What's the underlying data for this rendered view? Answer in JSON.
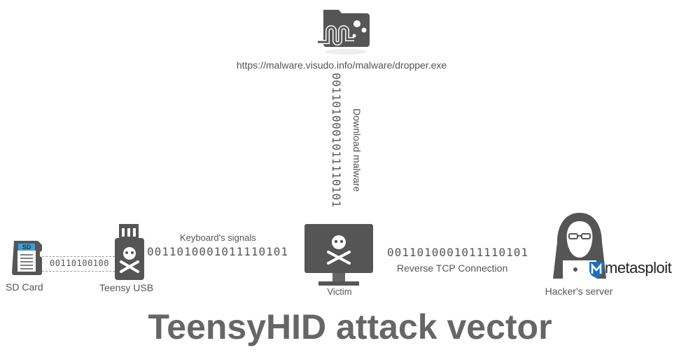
{
  "url": "https://malware.visudo.info/malware/dropper.exe",
  "download_binary": "0011010001011110101",
  "download_label": "Download malware",
  "sd_card": {
    "icon_text": "SD",
    "label": "SD Card"
  },
  "sd_binary": "00110100100",
  "teensy": {
    "label": "Teensy USB"
  },
  "keyboard_label": "Keyboard's signals",
  "keyboard_binary": "0011010001011110101",
  "victim_label": "Victim",
  "reverse_binary": "0011010001011110101",
  "reverse_label": "Reverse TCP Connection",
  "hacker_label": "Hacker's server",
  "metasploit_logo": "metasploit",
  "title": "TeensyHID attack vector",
  "colors": {
    "icon": "#555555",
    "sd_blue": "#3aa0dc",
    "metasploit_blue": "#1a6fc4"
  }
}
